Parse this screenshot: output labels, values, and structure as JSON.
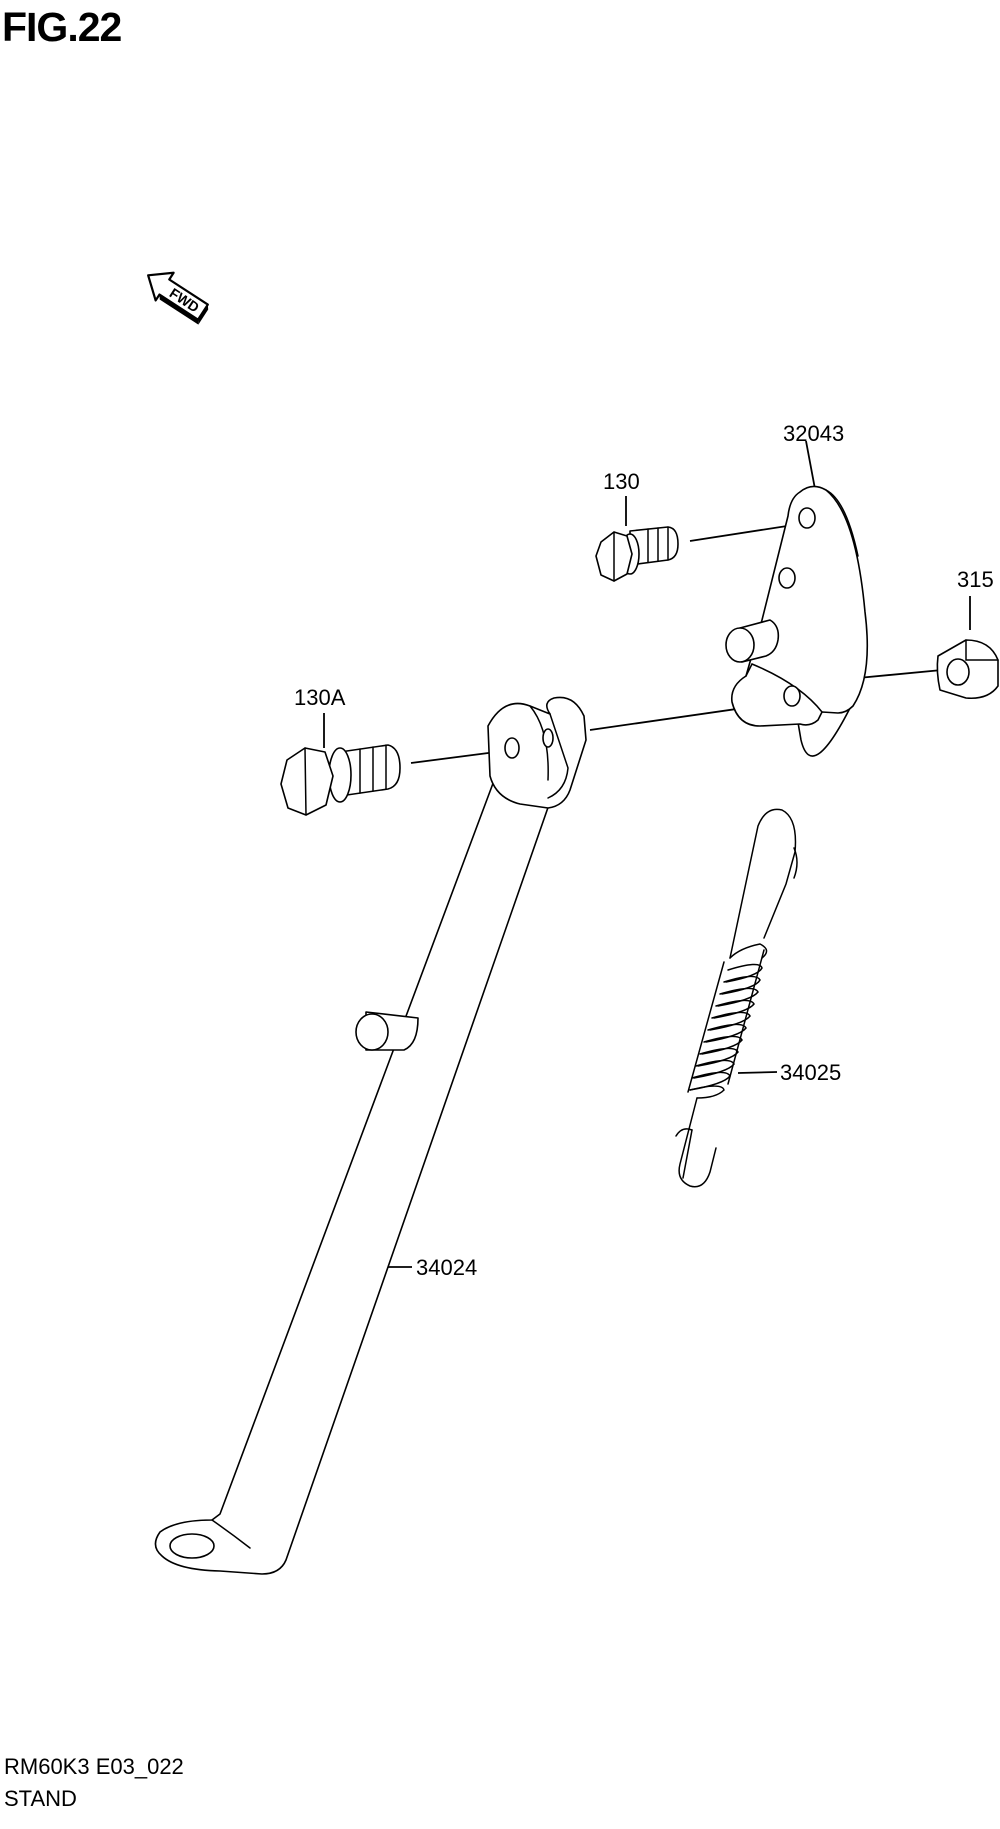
{
  "figure": {
    "title": "FIG.22",
    "footer_code": "RM60K3 E03_022",
    "footer_name": "STAND",
    "direction_marker": "FWD"
  },
  "callouts": {
    "bracket": "32043",
    "bolt_upper": "130",
    "nut": "315",
    "bolt_lower": "130A",
    "spring": "34025",
    "stand": "34024"
  }
}
